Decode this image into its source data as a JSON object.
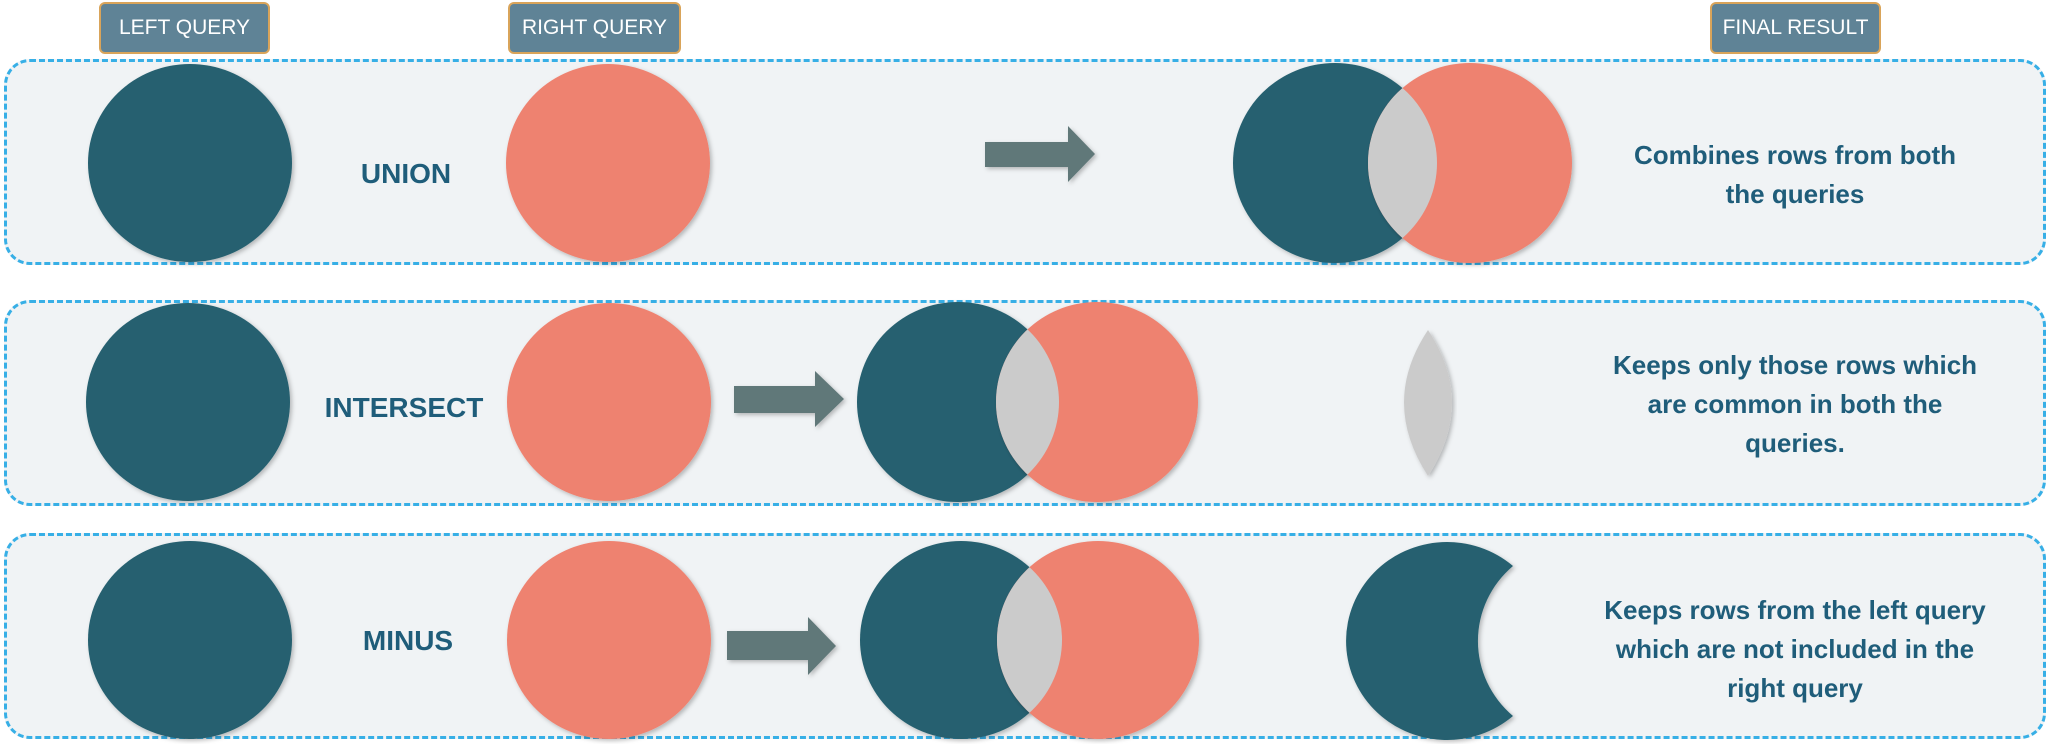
{
  "headers": {
    "left": "LEFT QUERY",
    "right": "RIGHT QUERY",
    "final": "FINAL RESULT"
  },
  "rows": [
    {
      "operation": "UNION",
      "description_lines": [
        "Combines rows from both",
        "the queries"
      ]
    },
    {
      "operation": "INTERSECT",
      "description_lines": [
        "Keeps only those rows which",
        "are common in both the",
        "queries."
      ]
    },
    {
      "operation": "MINUS",
      "description_lines": [
        "Keeps rows from the left query",
        "which are not included in the",
        "right query"
      ]
    }
  ],
  "colors": {
    "left_circle": "#25606f",
    "right_circle": "#ee8270",
    "overlap": "#cbcbcb",
    "arrow": "#617879",
    "label_text": "#1f5d7a",
    "panel_border": "#37afe6",
    "panel_fill": "#f0f3f5",
    "header_fill": "#5f8396",
    "header_border": "#d9a45a"
  }
}
